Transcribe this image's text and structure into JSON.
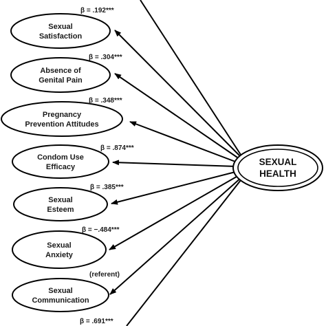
{
  "central": {
    "line1": "SEXUAL",
    "line2": "HEALTH"
  },
  "indicators": [
    {
      "line1": "Sexual",
      "line2": "Satisfaction",
      "beta": "β = .192***"
    },
    {
      "line1": "Absence of",
      "line2": "Genital Pain",
      "beta": "β = .304***"
    },
    {
      "line1": "Pregnancy",
      "line2": "Prevention Attitudes",
      "beta": "β = .348***"
    },
    {
      "line1": "Condom Use",
      "line2": "Efficacy",
      "beta": "β = .874***"
    },
    {
      "line1": "Sexual",
      "line2": "Esteem",
      "beta": "β = .385***"
    },
    {
      "line1": "Sexual",
      "line2": "Anxiety",
      "beta": "β = −.484***"
    },
    {
      "line1": "Sexual",
      "line2": "Communication",
      "beta": "(referent)"
    }
  ],
  "bottom_beta": "β = .691***"
}
